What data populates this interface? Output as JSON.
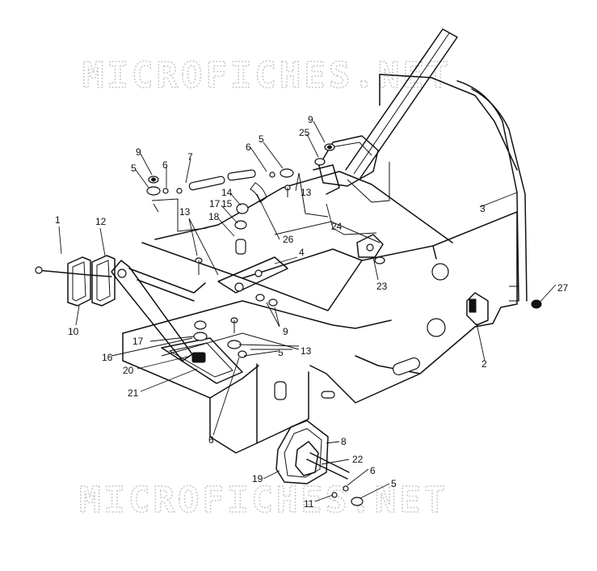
{
  "watermark": {
    "top": "MICROFICHES.NET",
    "bottom": "MICROFICHES.NET"
  },
  "callouts": [
    "1",
    "2",
    "3",
    "4",
    "5",
    "5",
    "5",
    "5",
    "6",
    "6",
    "6",
    "6",
    "7",
    "8",
    "9",
    "9",
    "9",
    "10",
    "11",
    "12",
    "13",
    "13",
    "13",
    "14",
    "15",
    "16",
    "17",
    "17",
    "18",
    "19",
    "20",
    "21",
    "22",
    "23",
    "24",
    "25",
    "26",
    "27"
  ],
  "icons": {
    "diagram": "exploded-parts-diagram-icon"
  }
}
